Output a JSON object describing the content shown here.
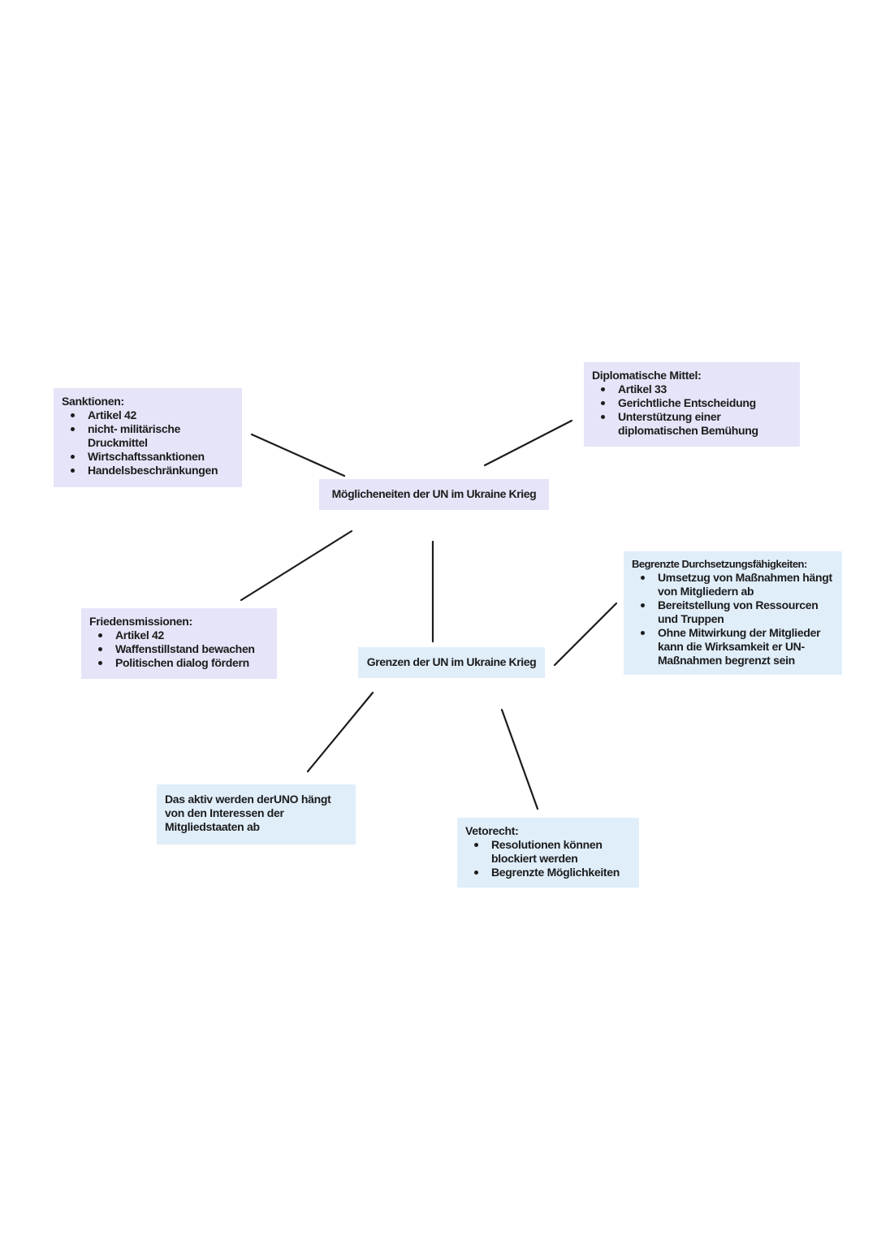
{
  "colors": {
    "lavender_box": "#e5e4f8",
    "blue_box": "#e0eefa",
    "text": "#1c1c1c",
    "line": "#1c1c1c",
    "page_background": "#ffffff"
  },
  "nodes": {
    "moeglichkeiten": {
      "label": "Möglicheneiten der UN im Ukraine Krieg"
    },
    "grenzen": {
      "label": "Grenzen der UN im Ukraine Krieg"
    },
    "sanktionen": {
      "title": "Sanktionen:",
      "bullets": [
        "Artikel 42",
        "nicht- militärische Druckmittel",
        "Wirtschaftssanktionen",
        "Handelsbeschränkungen"
      ]
    },
    "diplomatische": {
      "title": "Diplomatische Mittel:",
      "bullets": [
        "Artikel 33",
        "Gerichtliche Entscheidung",
        "Unterstützung einer diplomatischen Bemühung"
      ]
    },
    "friedensmissionen": {
      "title": "Friedensmissionen:",
      "bullets": [
        "Artikel 42",
        "Waffenstillstand bewachen",
        "Politischen dialog fördern"
      ]
    },
    "begrenzte": {
      "title": "Begrenzte Durchsetzungsfähigkeiten:",
      "bullets": [
        "Umsetzug von Maßnahmen hängt von Mitgliedern ab",
        "Bereitstellung von Ressourcen und Truppen",
        "Ohne Mitwirkung der Mitglieder kann die Wirksamkeit er UN-Maßnahmen begrenzt sein"
      ]
    },
    "dasaktiv": {
      "text": "Das aktiv werden derUNO hängt von den Interessen der Mitgliedstaaten ab"
    },
    "vetorecht": {
      "title": "Vetorecht:",
      "bullets": [
        "Resolutionen können blockiert werden",
        "Begrenzte Möglichkeiten"
      ]
    }
  }
}
